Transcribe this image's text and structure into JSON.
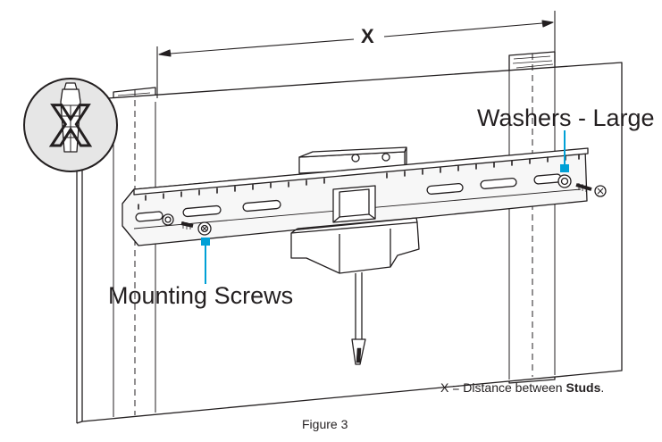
{
  "labels": {
    "dimension": "X",
    "washers": "Washers - Large",
    "screws": "Mounting Screws",
    "distance_prefix": "X = Distance between ",
    "distance_bold": "Studs",
    "distance_suffix": ".",
    "figure_caption": "Figure 3"
  },
  "icons": {
    "no_anchor": "prohibited-wall-anchor-icon"
  },
  "colors": {
    "callout": "#00a0d6",
    "line": "#231f20",
    "wall_fill": "#ffffff",
    "bracket_fill": "#f2f2f2",
    "badge_fill": "#e6e6e6"
  }
}
